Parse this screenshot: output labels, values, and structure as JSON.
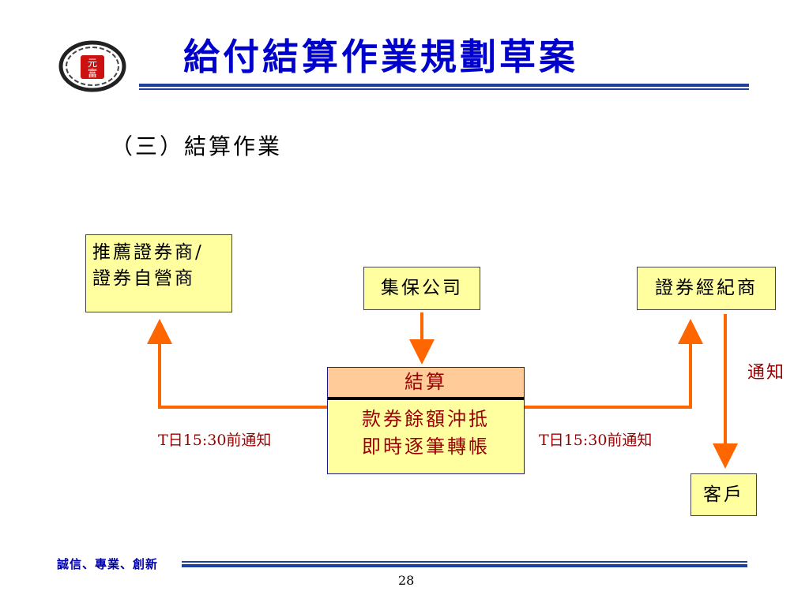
{
  "header": {
    "title": "給付結算作業規劃草案",
    "logo_text": "元富"
  },
  "section": {
    "subtitle": "（三）結算作業"
  },
  "diagram": {
    "nodes": {
      "dealer_line1": "推薦證券商/",
      "dealer_line2": "證券自營商",
      "tdcc": "集保公司",
      "broker": "證券經紀商",
      "client": "客戶",
      "settlement_title": "結算",
      "settlement_line1": "款券餘額沖抵",
      "settlement_line2": "即時逐筆轉帳"
    },
    "labels": {
      "left_notice": "T日15:30前通知",
      "right_notice": "T日15:30前通知",
      "notify": "通知"
    },
    "colors": {
      "arrow": "#ff6600",
      "box_fill": "#ffffa0",
      "settlement_header_fill": "#ffcc99",
      "title_blue": "#0000cc",
      "text_dark_red": "#990000"
    }
  },
  "footer": {
    "slogan": "誠信、專業、創新",
    "page_number": "28"
  }
}
